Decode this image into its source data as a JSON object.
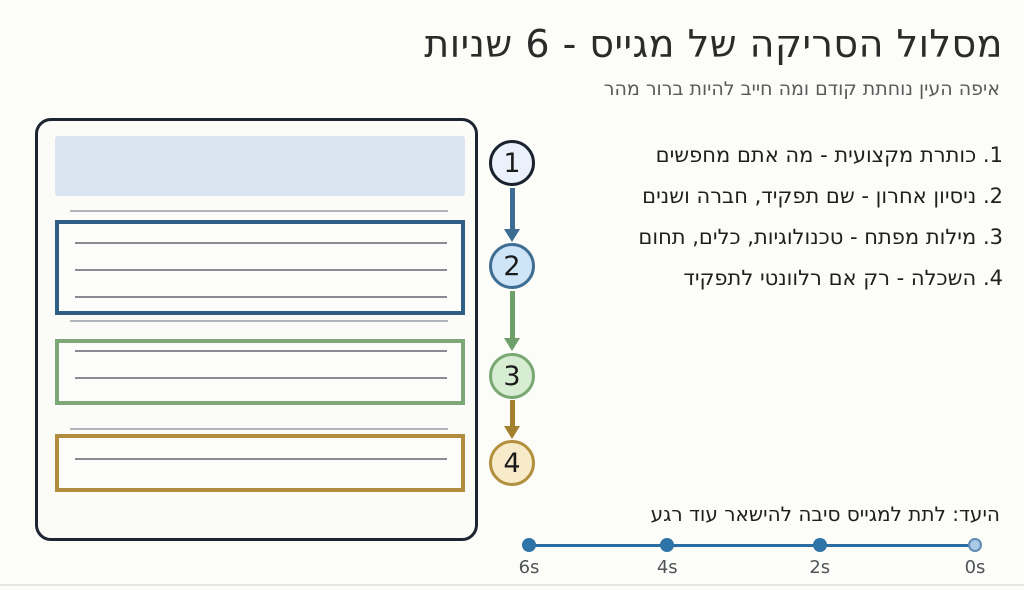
{
  "title": "מסלול הסריקה של מגייס - 6 שניות",
  "subtitle": "איפה העין נוחתת קודם ומה חייב להיות ברור מהר",
  "colors": {
    "background": "#fcfcf9",
    "card_border": "#1c2530",
    "header_block_fill": "#dbe4f1",
    "divider": "#9aa0ab",
    "box_inner_line": "#8b8b95",
    "experience_box_border": "#2f5f85",
    "keywords_box_border": "#7ea878",
    "education_box_border": "#b28d3d",
    "timeline_line": "#2b6ca3",
    "timeline_dot": "#2e74a8",
    "timeline_dot_last_fill": "#a9c9e4",
    "timeline_dot_last_border": "#5f8cb5"
  },
  "steps": [
    {
      "num": "1",
      "label": "1. כותרת מקצועית - מה אתם מחפשים",
      "circle_border": "#19222e",
      "circle_fill": "#eaf1fa",
      "arrow_color": "#3c6b93"
    },
    {
      "num": "2",
      "label": "2. ניסיון אחרון - שם תפקיד, חברה ושנים",
      "circle_border": "#3f6e93",
      "circle_fill": "#cde5f6",
      "arrow_color": "#6e9e69"
    },
    {
      "num": "3",
      "label": "3. מילות מפתח - טכנולוגיות, כלים, תחום",
      "circle_border": "#79a873",
      "circle_fill": "#d6edd1",
      "arrow_color": "#a3802b"
    },
    {
      "num": "4",
      "label": "4. השכלה - רק אם רלוונטי לתפקיד",
      "circle_border": "#b3903e",
      "circle_fill": "#f7ebc9",
      "arrow_color": null
    }
  ],
  "goal": "היעד: לתת למגייס סיבה להישאר עוד רגע",
  "timeline": {
    "ticks": [
      "6s",
      "4s",
      "2s",
      "0s"
    ]
  }
}
